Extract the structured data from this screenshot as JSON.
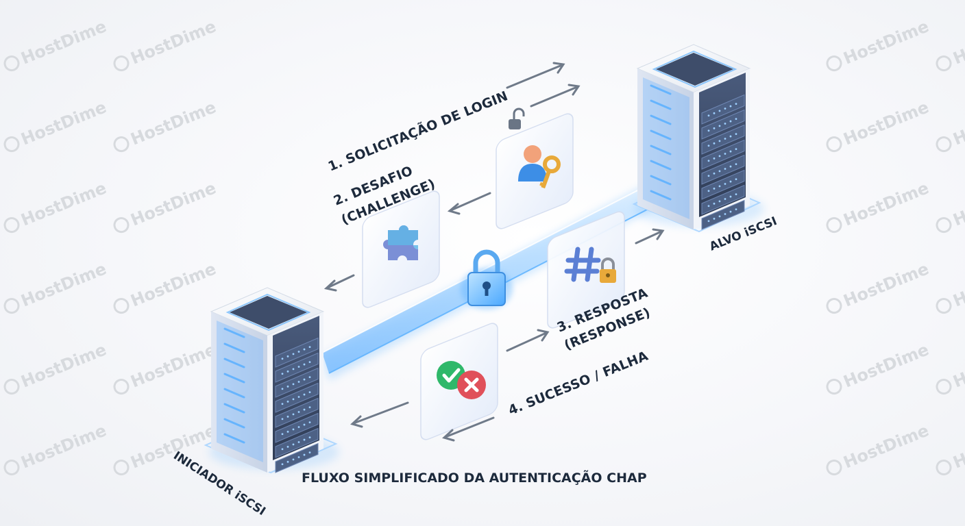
{
  "watermark": {
    "text": "HostDime"
  },
  "nodes": {
    "initiator": {
      "label": "INICIADOR iSCSI"
    },
    "target": {
      "label": "ALVO iSCSI"
    }
  },
  "steps": {
    "login": {
      "label": "1. SOLICITAÇÃO DE LOGIN"
    },
    "challenge": {
      "line1": "2. DESAFIO",
      "line2": "(CHALLENGE)"
    },
    "response": {
      "line1": "3. RESPOSTA",
      "line2": "(RESPONSE)"
    },
    "result": {
      "label": "4. SUCESSO / FALHA"
    }
  },
  "caption": "FLUXO SIMPLIFICADO DA AUTENTICAÇÃO CHAP",
  "colors": {
    "text": "#1d2a3c",
    "accent_blue": "#4aa8ff",
    "server_body": "#eef1f6",
    "server_face": "#3b4a66",
    "success": "#2fb86a",
    "failure": "#e0505a",
    "key_gold": "#e8a93a"
  },
  "icons": [
    "server-icon",
    "padlock-icon",
    "user-key-icon",
    "puzzle-icon",
    "hash-lock-icon",
    "check-icon",
    "cross-icon",
    "unlock-icon"
  ]
}
